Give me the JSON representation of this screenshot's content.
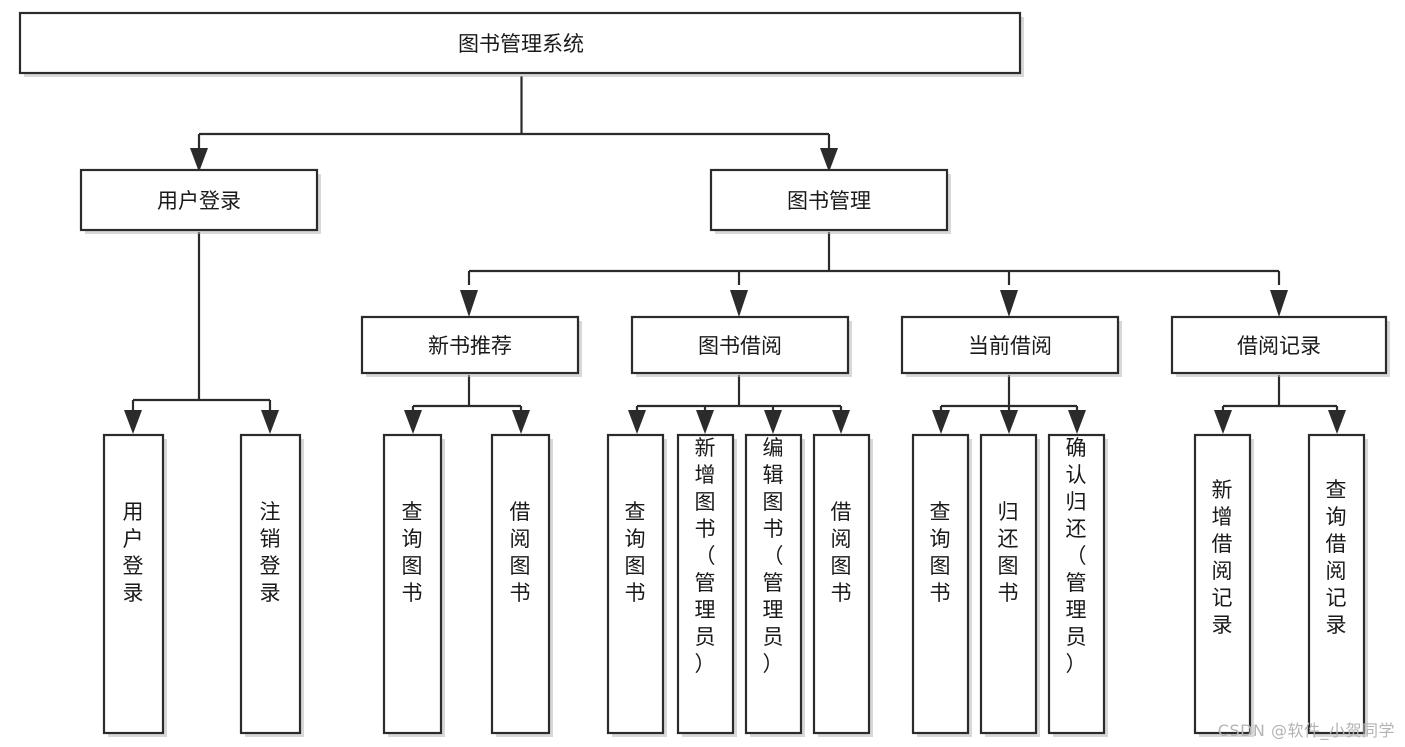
{
  "diagram": {
    "title": "图书管理系统",
    "type": "tree",
    "watermark": "CSDN @软件_小贺同学",
    "colors": {
      "box_stroke": "#2b2b2b",
      "box_fill": "#ffffff",
      "connector": "#2b2b2b",
      "text": "#1a1a1a",
      "watermark": "#b4b4b4",
      "background": "#ffffff"
    },
    "nodes": {
      "root": {
        "label": "图书管理系统"
      },
      "level2": [
        {
          "id": "user-login",
          "label": "用户登录"
        },
        {
          "id": "book-manage",
          "label": "图书管理"
        }
      ],
      "level3": [
        {
          "id": "new-book-recommend",
          "label": "新书推荐",
          "parent": "book-manage"
        },
        {
          "id": "book-borrow",
          "label": "图书借阅",
          "parent": "book-manage"
        },
        {
          "id": "current-borrow",
          "label": "当前借阅",
          "parent": "book-manage"
        },
        {
          "id": "borrow-record",
          "label": "借阅记录",
          "parent": "book-manage"
        }
      ],
      "leaves": [
        {
          "id": "leaf-user-login",
          "label": "用户登录",
          "parent": "user-login"
        },
        {
          "id": "leaf-logout",
          "label": "注销登录",
          "parent": "user-login"
        },
        {
          "id": "leaf-query-book-1",
          "label": "查询图书",
          "parent": "new-book-recommend"
        },
        {
          "id": "leaf-borrow-book-1",
          "label": "借阅图书",
          "parent": "new-book-recommend"
        },
        {
          "id": "leaf-query-book-2",
          "label": "查询图书",
          "parent": "book-borrow"
        },
        {
          "id": "leaf-add-book",
          "label": "新增图书（管理员）",
          "parent": "book-borrow"
        },
        {
          "id": "leaf-edit-book",
          "label": "编辑图书（管理员）",
          "parent": "book-borrow"
        },
        {
          "id": "leaf-borrow-book-2",
          "label": "借阅图书",
          "parent": "book-borrow"
        },
        {
          "id": "leaf-query-book-3",
          "label": "查询图书",
          "parent": "current-borrow"
        },
        {
          "id": "leaf-return-book",
          "label": "归还图书",
          "parent": "current-borrow"
        },
        {
          "id": "leaf-confirm-return",
          "label": "确认归还（管理员）",
          "parent": "current-borrow"
        },
        {
          "id": "leaf-add-record",
          "label": "新增借阅记录",
          "parent": "borrow-record"
        },
        {
          "id": "leaf-query-record",
          "label": "查询借阅记录",
          "parent": "borrow-record"
        }
      ]
    }
  }
}
